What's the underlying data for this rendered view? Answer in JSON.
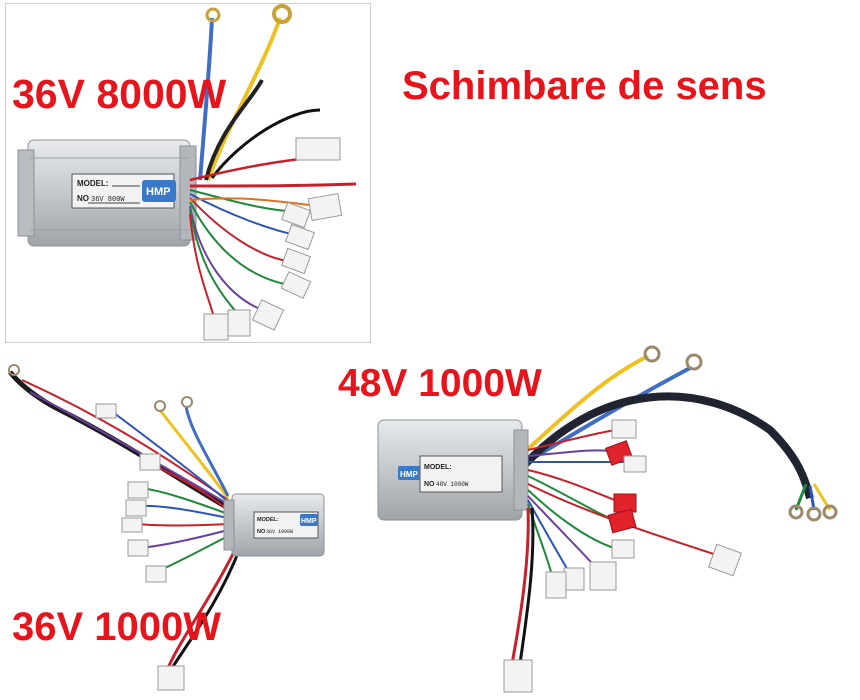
{
  "title": "Schimbare de sens",
  "controllers": [
    {
      "rating_label": "36V 8000W",
      "nameplate": {
        "model": "MODEL:",
        "no_prefix": "NO",
        "no_value": "36V 800W",
        "brand": "HMP"
      }
    },
    {
      "rating_label": "36V 1000W",
      "nameplate": {
        "model": "MODEL:",
        "no_prefix": "NO",
        "no_value": "36V 1000W",
        "brand": "HMP"
      }
    },
    {
      "rating_label": "48V 1000W",
      "nameplate": {
        "model": "MODEL:",
        "no_prefix": "NO",
        "no_value": "48V 1000W",
        "brand": "HMP"
      }
    }
  ],
  "colors": {
    "label_red": "#e8141b",
    "casing": "#c9cdd2",
    "brand_blue": "#3a78c8"
  }
}
